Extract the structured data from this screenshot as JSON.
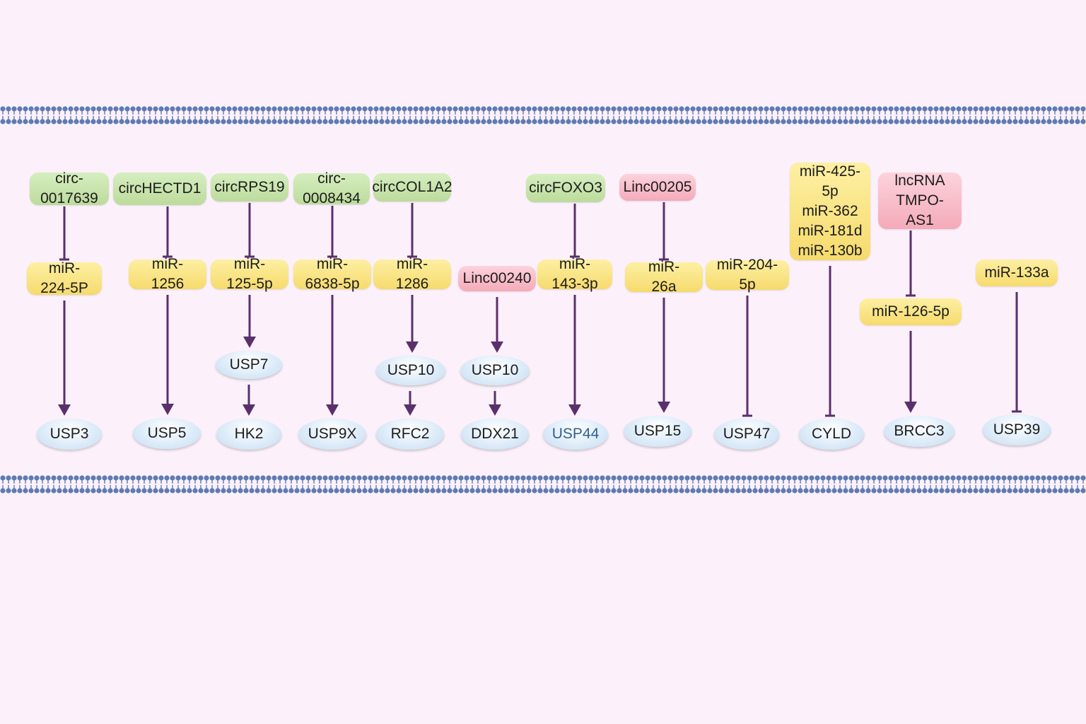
{
  "colors": {
    "background": "#fcf1fb",
    "membrane": "#5f7bb2",
    "arrow": "#5b2f6c",
    "circ_rna_fill": "#c9e4ae",
    "mirna_fill": "#f9e184",
    "lncrna_fill": "#f7bcc8",
    "protein_fill": "#d6e7f7",
    "highlight_text": "#2f5f95"
  },
  "columns": [
    {
      "upstream": {
        "label": "circ-\n0017639",
        "kind": "circ"
      },
      "mirna": {
        "label": "miR-\n224-5P"
      },
      "targets": [
        {
          "label": "USP3"
        }
      ]
    },
    {
      "upstream": {
        "label": "circHECTD1",
        "kind": "circ"
      },
      "mirna": {
        "label": "miR-\n1256"
      },
      "targets": [
        {
          "label": "USP5"
        }
      ]
    },
    {
      "upstream": {
        "label": "circRPS19",
        "kind": "circ"
      },
      "mirna": {
        "label": "miR-\n125-5p"
      },
      "targets": [
        {
          "label": "USP7"
        },
        {
          "label": "HK2"
        }
      ]
    },
    {
      "upstream": {
        "label": "circ-\n0008434",
        "kind": "circ"
      },
      "mirna": {
        "label": "miR-\n6838-5p"
      },
      "targets": [
        {
          "label": "USP9X"
        }
      ]
    },
    {
      "upstream": {
        "label": "circCOL1A2",
        "kind": "circ"
      },
      "mirna": {
        "label": "miR-\n1286"
      },
      "targets": [
        {
          "label": "USP10"
        },
        {
          "label": "RFC2"
        }
      ]
    },
    {
      "upstream": {
        "label": "Linc00240",
        "kind": "lnc"
      },
      "targets": [
        {
          "label": "USP10"
        },
        {
          "label": "DDX21"
        }
      ]
    },
    {
      "upstream": {
        "label": "circFOXO3",
        "kind": "circ"
      },
      "mirna": {
        "label": "miR-\n143-3p"
      },
      "targets": [
        {
          "label": "USP44",
          "highlight": true
        }
      ]
    },
    {
      "upstream": {
        "label": "Linc00205",
        "kind": "lnc"
      },
      "mirna": {
        "label": "miR-\n26a"
      },
      "targets": [
        {
          "label": "USP15"
        }
      ]
    },
    {
      "mirna": {
        "label": "miR-204-\n5p"
      },
      "targets": [
        {
          "label": "USP47"
        }
      ]
    },
    {
      "mirna": {
        "label": "miR-425-\n5p\nmiR-362\nmiR-181d\nmiR-130b"
      },
      "targets": [
        {
          "label": "CYLD"
        }
      ]
    },
    {
      "upstream": {
        "label": "lncRNA\nTMPO-\nAS1",
        "kind": "lnc"
      },
      "mirna": {
        "label": "miR-126-5p"
      },
      "targets": [
        {
          "label": "BRCC3"
        }
      ]
    },
    {
      "mirna": {
        "label": "miR-133a"
      },
      "targets": [
        {
          "label": "USP39"
        }
      ]
    }
  ]
}
